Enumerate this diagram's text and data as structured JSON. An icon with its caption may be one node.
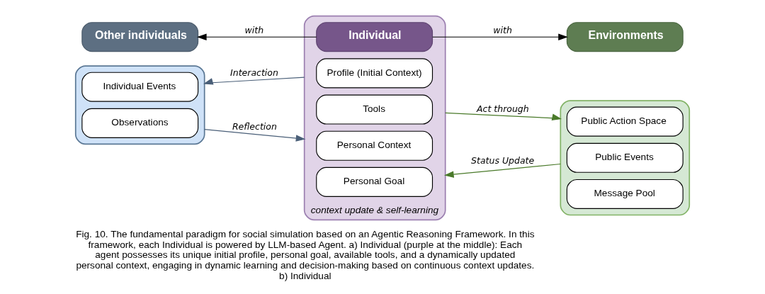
{
  "diagram": {
    "caption": "Fig. 10. The fundamental paradigm for social simulation based on an Agentic Reasoning Framework. In this framework, each Individual is powered by LLM-based Agent. a) Individual (purple at the middle): Each agent possesses its unique initial profile, personal goal, available tools, and a dynamically updated personal context, engaging in dynamic learning and decision-making based on continuous context updates. b) Individual",
    "nodes": [
      {
        "text": [
          "Other individuals"
        ]
      },
      {
        "text": [],
        "shape": "box"
      },
      {
        "text": [
          "Individual Events"
        ],
        "in": 1
      },
      {
        "text": [
          "Observations"
        ],
        "in": 1
      },
      {
        "text": [
          "context update & self-learning"
        ]
      },
      {
        "text": [
          "Individual"
        ],
        "in": 4
      },
      {
        "text": [
          "Profile (Initial Context)"
        ],
        "in": 4
      },
      {
        "text": [
          "Tools"
        ],
        "in": 4
      },
      {
        "text": [
          "Personal Context"
        ],
        "in": 4
      },
      {
        "text": [
          "Personal Goal"
        ],
        "in": 4
      },
      {
        "text": [
          "Environments"
        ]
      },
      {
        "text": [],
        "shape": "box"
      },
      {
        "text": [
          "Public Action Space"
        ],
        "in": 11
      },
      {
        "text": [
          "Public Events"
        ],
        "in": 11
      },
      {
        "text": [
          "Message Pool"
        ],
        "in": 11
      }
    ],
    "edges": [
      {
        "from": 5,
        "to": 0,
        "arrow": "to",
        "label": "with"
      },
      {
        "from": 5,
        "to": 10,
        "arrow": "to",
        "label": "with"
      },
      {
        "from": 4,
        "to": 1,
        "arrow": "to",
        "label": "Interaction",
        "color": "#4a5f78"
      },
      {
        "from": 1,
        "to": 4,
        "arrow": "to",
        "label": "Reflection",
        "color": "#4a5f78"
      },
      {
        "from": 4,
        "to": 11,
        "arrow": "to",
        "label": "Act through",
        "color": "#4a7a2a"
      },
      {
        "from": 11,
        "to": 4,
        "arrow": "to",
        "label": "Status Update",
        "color": "#4a7a2a"
      }
    ]
  }
}
